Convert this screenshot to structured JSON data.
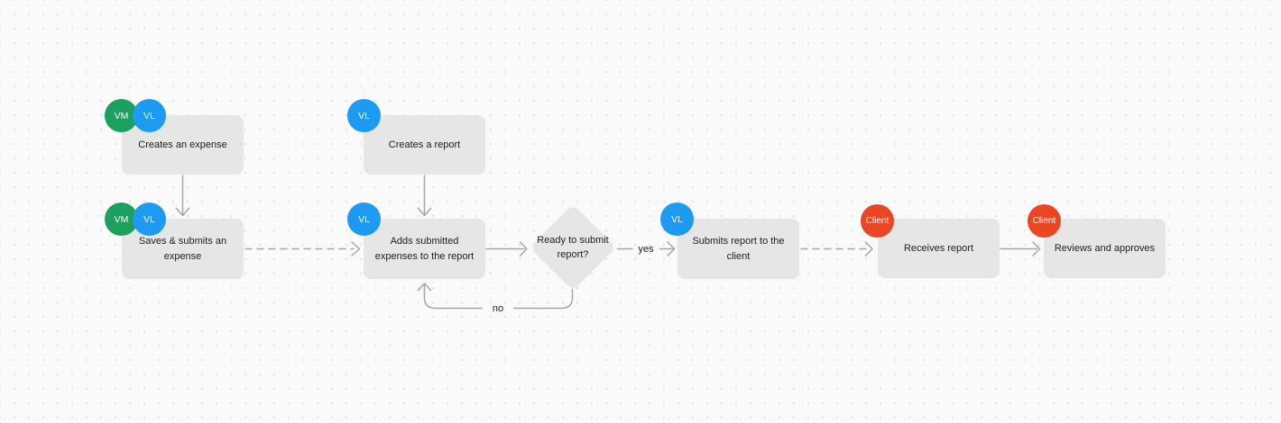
{
  "canvas": {
    "background_color": "#FAFAFA",
    "grid_dot_color": "#DEDEDE"
  },
  "colors": {
    "node_fill": "#E6E6E6",
    "node_text": "#1E1E1E",
    "connector": "#A6A6A6",
    "badge_vm_green": "#1CA05E",
    "badge_vl_blue": "#1D9AF2",
    "badge_client_red": "#EA4623",
    "badge_text": "#FFFFFF"
  },
  "nodes": {
    "creates_expense": "Creates an expense",
    "saves_submits_expense": "Saves & submits an expense",
    "creates_report": "Creates a report",
    "adds_expenses": "Adds submitted expenses to the report",
    "ready_to_submit": "Ready to submit report?",
    "submits_report": "Submits report to the client",
    "receives_report": "Receives report",
    "reviews_approves": "Reviews and approves"
  },
  "badges": {
    "vm": "VM",
    "vl": "VL",
    "client": "Client"
  },
  "edges": {
    "yes_label": "yes",
    "no_label": "no"
  }
}
